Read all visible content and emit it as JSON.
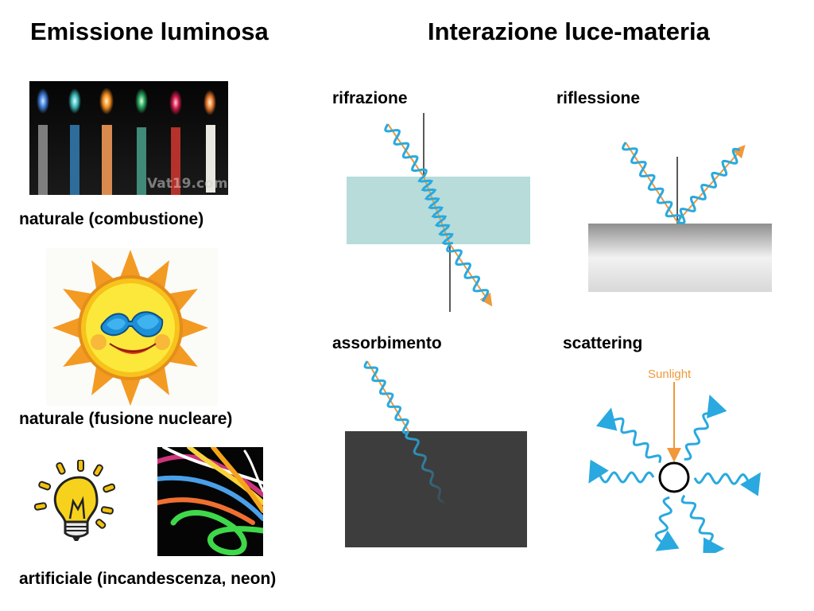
{
  "left": {
    "title": "Emissione luminosa",
    "captions": {
      "combustion": "naturale (combustione)",
      "fusion": "naturale (fusione nucleare)",
      "artificial": "artificiale (incandescenza, neon)"
    },
    "candles_watermark": "Vat19.com"
  },
  "right": {
    "title": "Interazione luce-materia",
    "panels": {
      "refraction": "rifrazione",
      "reflection": "riflessione",
      "absorption": "assorbimento",
      "scattering": "scattering"
    },
    "sunlight_label": "Sunlight"
  },
  "colors": {
    "wave": "#29a9df",
    "ray": "#f0983a",
    "glass": "#b7dcda",
    "absorber": "#3d3d3d"
  }
}
